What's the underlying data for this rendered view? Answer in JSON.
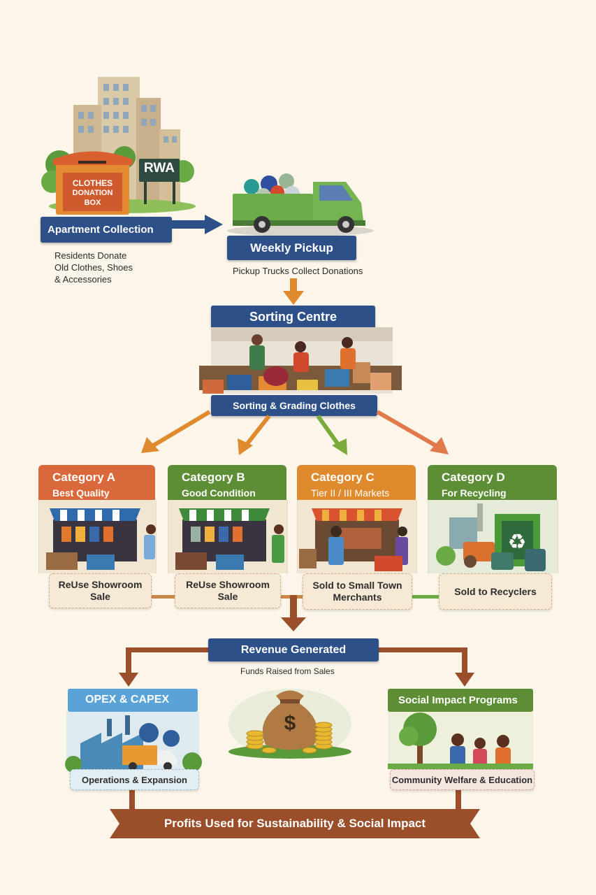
{
  "step1": {
    "box_label_1": "CLOTHES",
    "box_label_2": "DONATION",
    "box_label_3": "BOX",
    "sign": "RWA",
    "title": "Apartment Collection",
    "desc_1": "Residents Donate",
    "desc_2": "Old Clothes, Shoes",
    "desc_3": "& Accessories"
  },
  "step2": {
    "title": "Weekly Pickup",
    "desc": "Pickup Trucks Collect Donations"
  },
  "step3": {
    "title": "Sorting Centre",
    "desc": "Sorting & Grading Clothes"
  },
  "categories": [
    {
      "title": "Category A",
      "subtitle": "Best Quality",
      "outcome_1": "ReUse Showroom",
      "outcome_2": "Sale",
      "color": "#d9683a"
    },
    {
      "title": "Category B",
      "subtitle": "Good Condition",
      "outcome_1": "ReUse Showroom",
      "outcome_2": "Sale",
      "color": "#5d8e36"
    },
    {
      "title": "Category C",
      "subtitle": "Tier II / III Markets",
      "outcome_1": "Sold to Small Town",
      "outcome_2": "Merchants",
      "color": "#e08a2e"
    },
    {
      "title": "Category D",
      "subtitle": "For Recycling",
      "outcome_1": "Sold to Recyclers",
      "outcome_2": "",
      "color": "#5d8e36"
    }
  ],
  "revenue": {
    "title": "Revenue Generated",
    "desc": "Funds Raised from Sales",
    "money_symbol": "$"
  },
  "opex": {
    "title": "OPEX & CAPEX",
    "desc": "Operations & Expansion"
  },
  "social": {
    "title": "Social Impact Programs",
    "desc": "Community Welfare & Education"
  },
  "footer": {
    "title": "Profits Used for Sustainability & Social Impact"
  }
}
